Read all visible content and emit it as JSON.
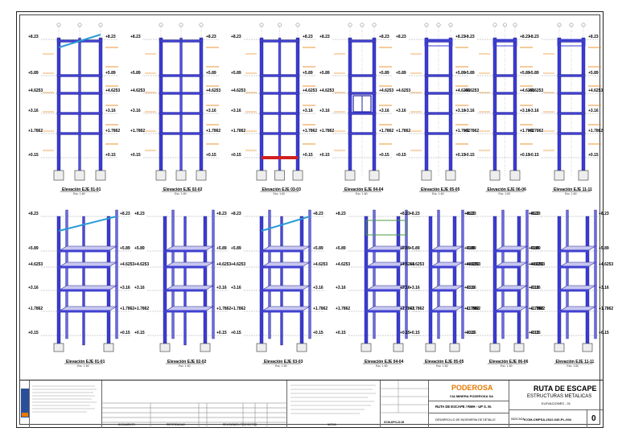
{
  "top_elevations": [
    {
      "title": "Elevación EJE 01-01",
      "scale": "Esc. 1:60"
    },
    {
      "title": "Elevación EJE 02-02",
      "scale": "Esc. 1:60"
    },
    {
      "title": "Elevación EJE 03-03",
      "scale": "Esc. 1:60"
    },
    {
      "title": "Elevación EJE 04-04",
      "scale": "Esc. 1:60"
    },
    {
      "title": "Elevación EJE 05-05",
      "scale": "Esc. 1:60"
    },
    {
      "title": "Elevación EJE 06-06",
      "scale": "Esc. 1:60"
    },
    {
      "title": "Elevación EJE 11-11",
      "scale": "Esc. 1:60"
    }
  ],
  "bottom_elevations": [
    {
      "title": "Elevación EJE 01-01",
      "scale": "Esc. 1:60"
    },
    {
      "title": "Elevación EJE 02-02",
      "scale": "Esc. 1:60"
    },
    {
      "title": "Elevación EJE 03-03",
      "scale": "Esc. 1:60"
    },
    {
      "title": "Elevación EJE 04-04",
      "scale": "Esc. 1:60"
    },
    {
      "title": "Elevación EJE 05-05",
      "scale": "Esc. 1:60"
    },
    {
      "title": "Elevación EJE 06-06",
      "scale": "Esc. 1:60"
    },
    {
      "title": "Elevación EJE 11-11",
      "scale": "Esc. 1:60"
    }
  ],
  "levels": [
    "+8.23",
    "+5.89",
    "+4.6253",
    "+3.16",
    "+1.7862",
    "+0.15"
  ],
  "title_block": {
    "company": "PODEROSA",
    "company_full": "CIA MINERA PODEROSA SA",
    "project": "RUTA DE ESCAPE / RMH - UP S. M.",
    "dept": "DESARROLLO DE INGENIERIA DE DETALLE",
    "doc_title": "RUTA DE ESCAPE",
    "doc_sub": "ESTRUCTURAS METALICAS",
    "doc_sub2": "ELEVACIONES - 01",
    "code_label": "INDICADA",
    "code": "ICOM-CMPSA-2022-040-PL-004",
    "rev": "0",
    "doc_label": "DOCUMENTO",
    "ref_label": "REFERENCIAS",
    "rev_label": "REVISIONES / PROYECTOS",
    "notes_label": "NOTAS",
    "icon_code": "ICON-DPG-22-06"
  }
}
